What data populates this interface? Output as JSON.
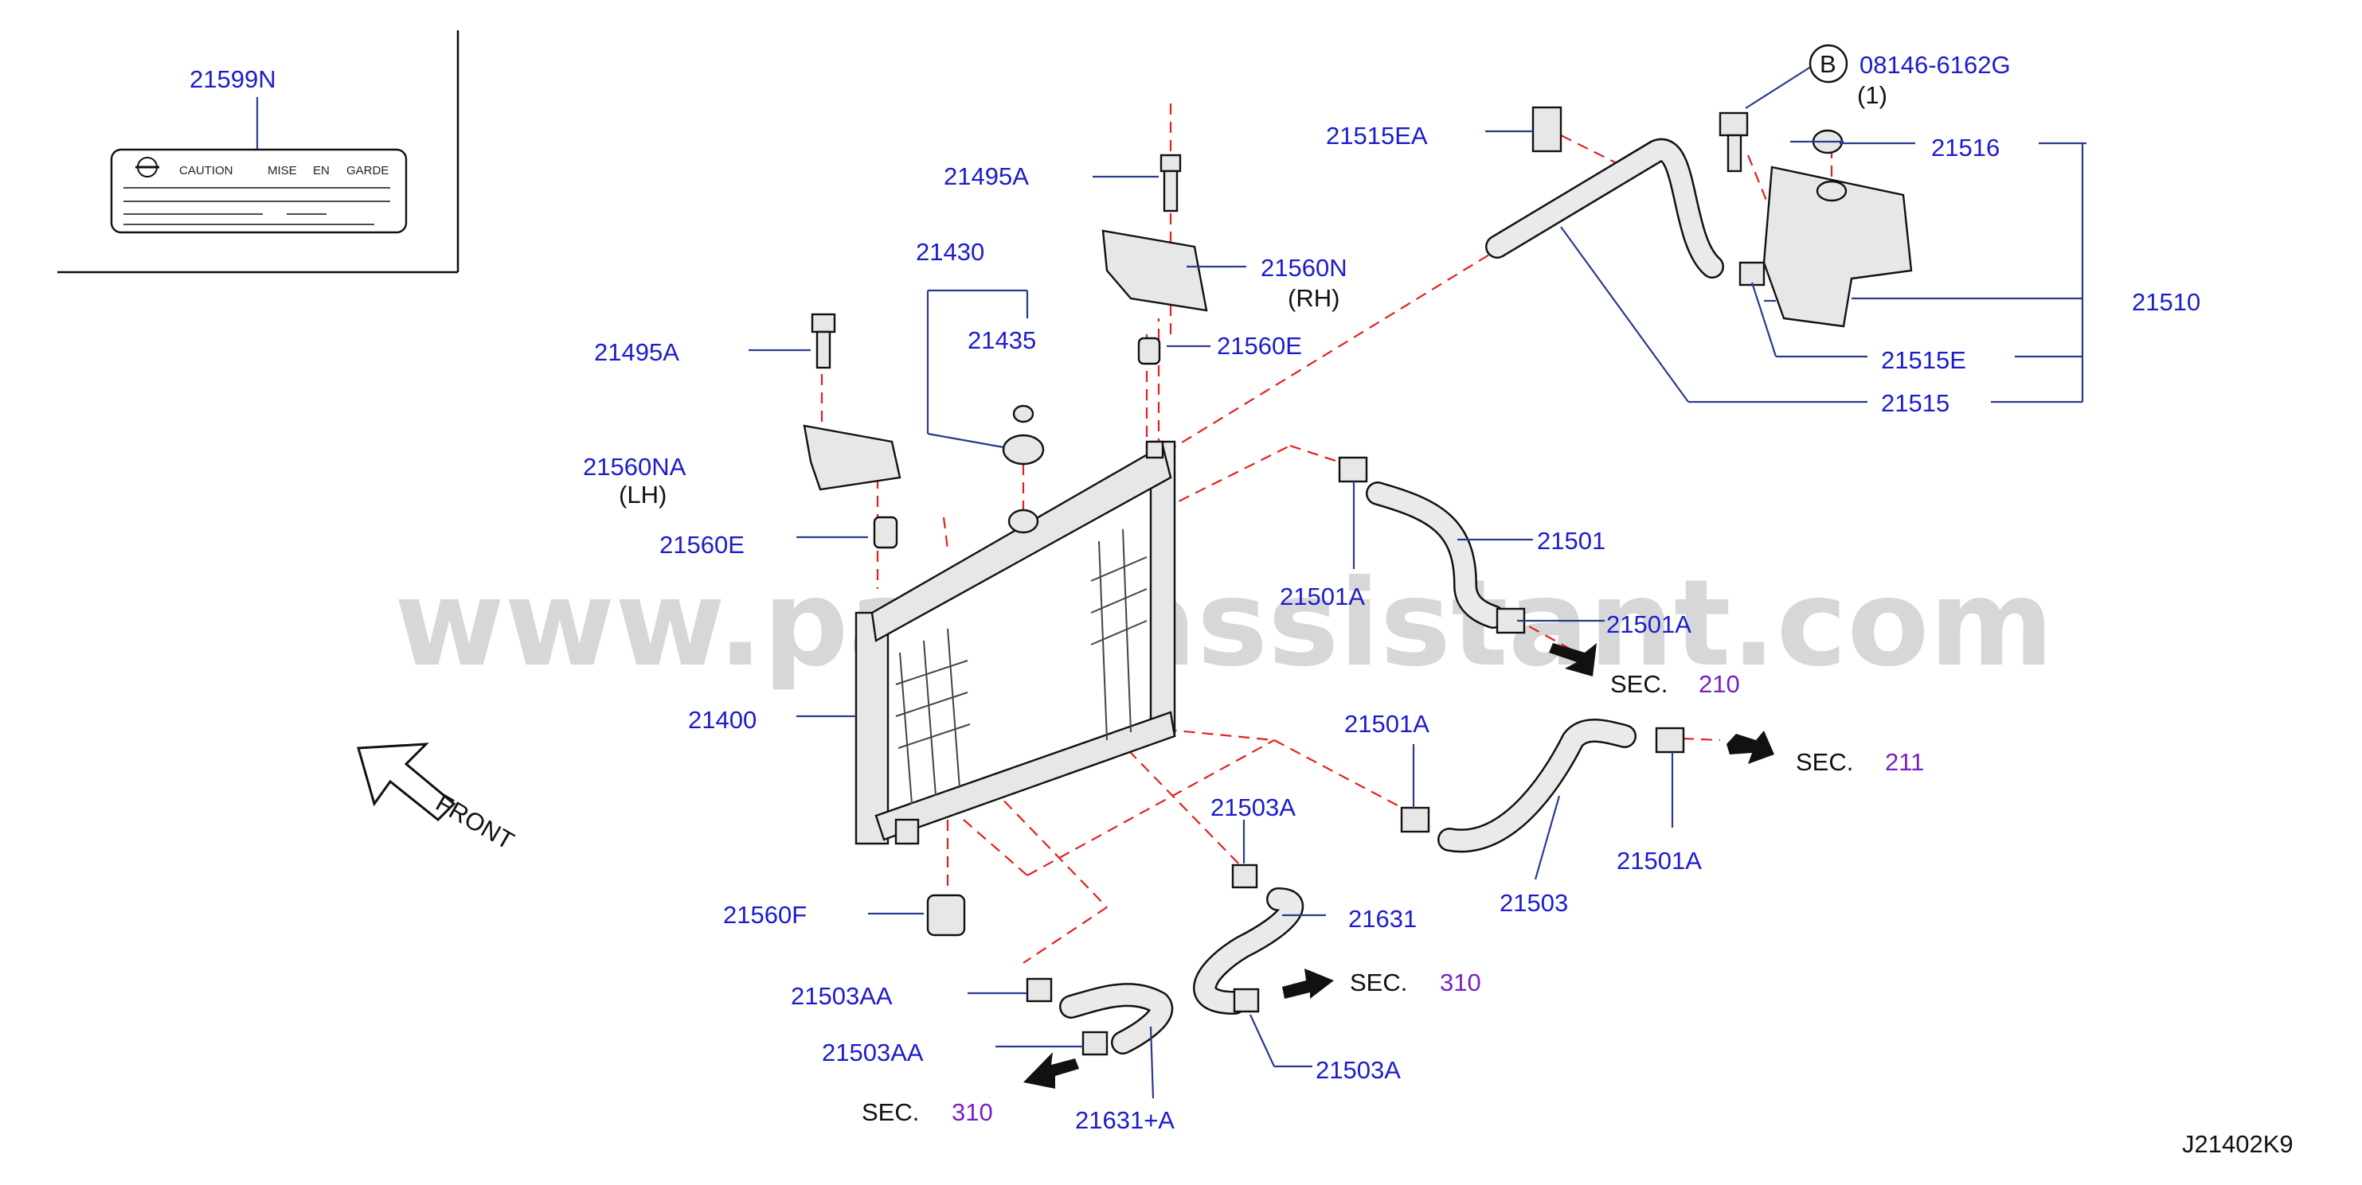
{
  "diagram_code": "J21402K9",
  "watermark": "www.partsassistant.com",
  "front_label": "FRONT",
  "caution_label": {
    "part": "21599N",
    "text1": "CAUTION",
    "text2": "MISE",
    "text3": "EN",
    "text4": "GARDE"
  },
  "bolt_callout": {
    "circle_letter": "B",
    "part": "08146-6162G",
    "qty": "(1)"
  },
  "parts": {
    "p21495A_top": "21495A",
    "p21430": "21430",
    "p21435": "21435",
    "p21560N": "21560N",
    "p21560N_side": "(RH)",
    "p21560E_right": "21560E",
    "p21495A_left": "21495A",
    "p21560NA": "21560NA",
    "p21560NA_side": "(LH)",
    "p21560E_left": "21560E",
    "p21400": "21400",
    "p21560F": "21560F",
    "p21515EA": "21515EA",
    "p21516": "21516",
    "p21510": "21510",
    "p21515E": "21515E",
    "p21515": "21515",
    "p21501": "21501",
    "p21501A_1": "21501A",
    "p21501A_2": "21501A",
    "p21501A_3": "21501A",
    "p21501A_4": "21501A",
    "p21503": "21503",
    "p21503A_1": "21503A",
    "p21503A_2": "21503A",
    "p21631": "21631",
    "p21503AA_1": "21503AA",
    "p21503AA_2": "21503AA",
    "p21631A": "21631+A"
  },
  "sections": {
    "sec_word": "SEC.",
    "s210": "210",
    "s211": "211",
    "s310a": "310",
    "s310b": "310"
  },
  "colors": {
    "label": "#1c1ccd",
    "section_number": "#7a1fc4",
    "dashed_line": "#e32020",
    "leader": "#2a3a8f",
    "watermark": "#c9c9c9"
  }
}
